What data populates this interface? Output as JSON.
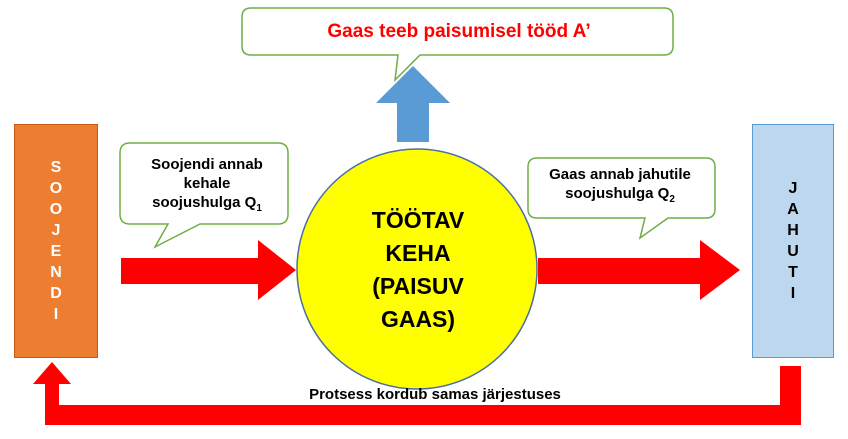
{
  "heater": {
    "letters": [
      "S",
      "O",
      "O",
      "J",
      "E",
      "N",
      "D",
      "I"
    ]
  },
  "cooler": {
    "letters": [
      "J",
      "A",
      "H",
      "U",
      "T",
      "I"
    ]
  },
  "top_callout": {
    "text": "Gaas teeb paisumisel tööd A’"
  },
  "left_callout": {
    "line1": "Soojendi annab",
    "line2": "kehale",
    "line3": "soojushulga Q",
    "subscript": "1"
  },
  "right_callout": {
    "line1": "Gaas annab jahutile",
    "line2": "soojushulga Q",
    "subscript": "2"
  },
  "circle": {
    "lines": [
      "TÖÖTAV",
      "KEHA",
      "(PAISUV",
      "GAAS)"
    ]
  },
  "cycle_label": "Protsess kordub samas järjestuses",
  "colors": {
    "heater": "#ed7d31",
    "cooler": "#bdd7ee",
    "circle": "#ffff00",
    "arrow": "#ff0000",
    "up_arrow": "#5b9bd5",
    "callout_border": "#70ad47",
    "title_text": "#ff0000"
  }
}
